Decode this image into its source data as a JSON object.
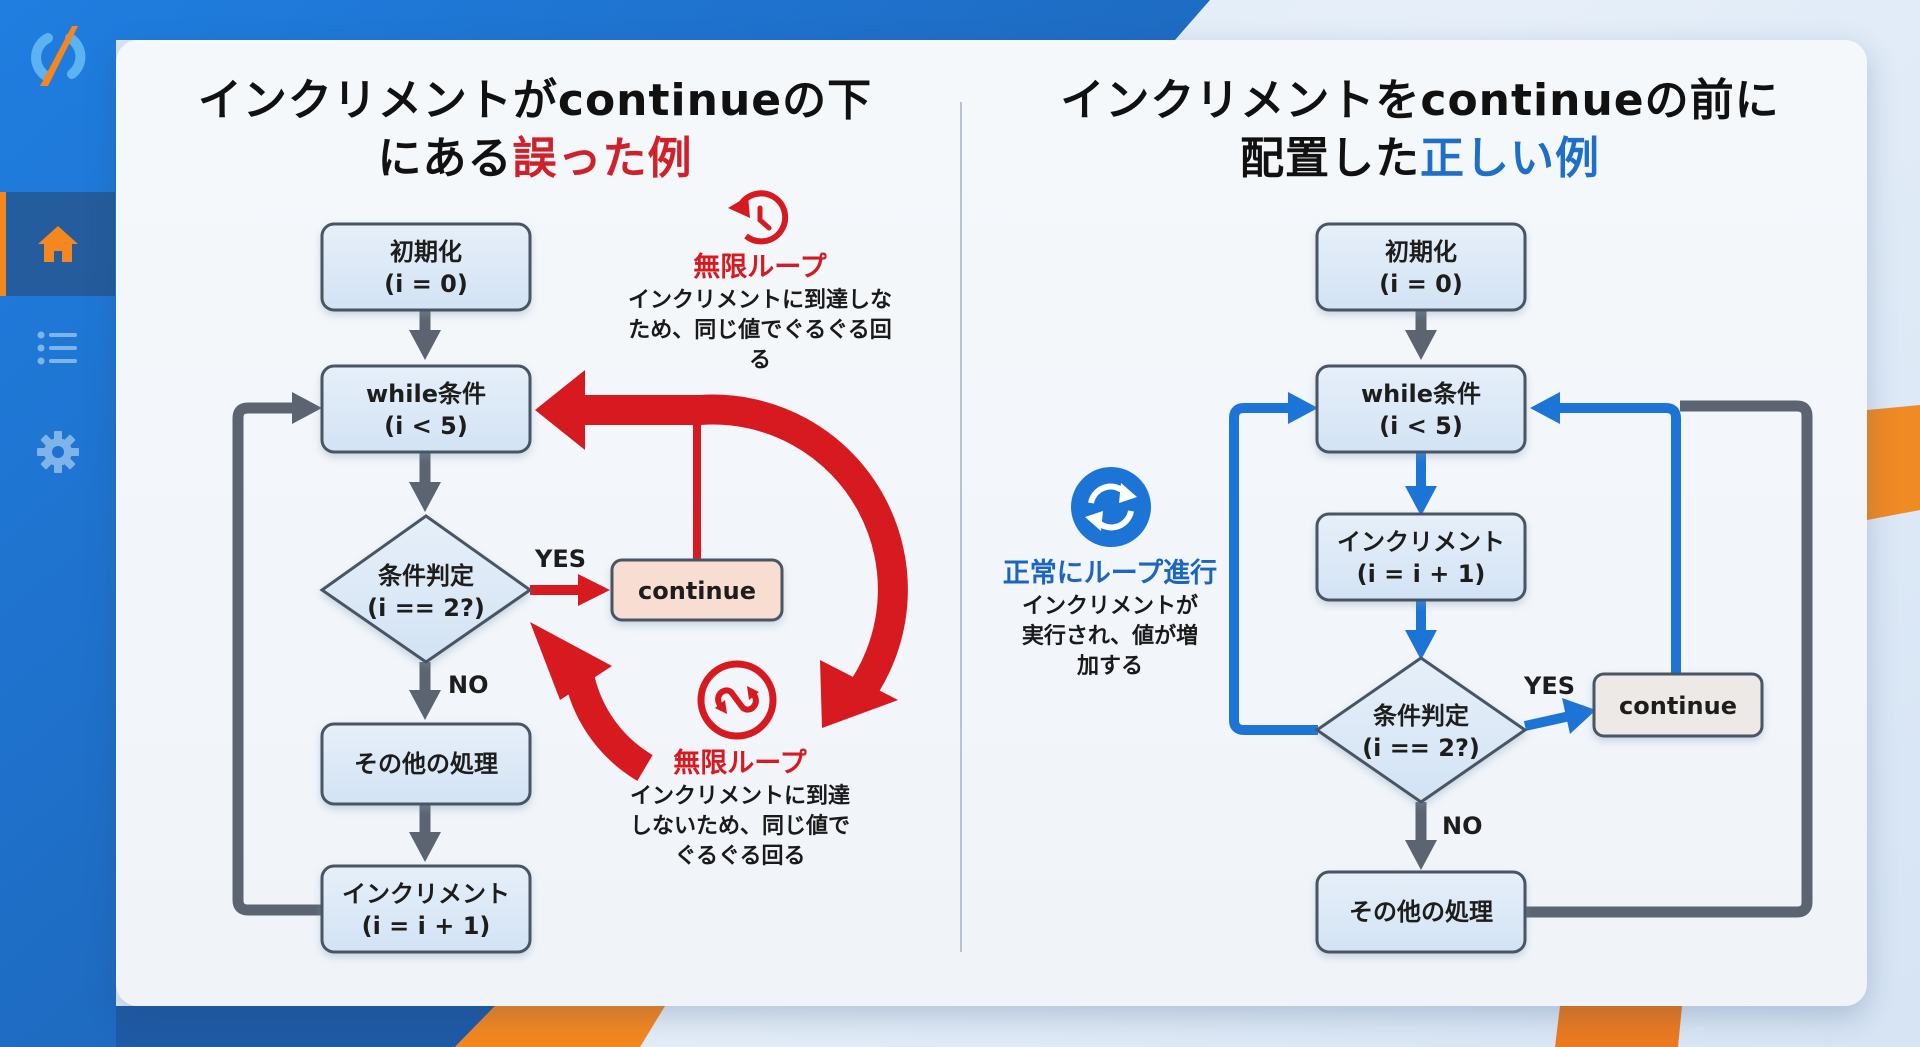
{
  "theme": {
    "sidebar_blue": "#1f74d4",
    "accent_orange": "#f5871f",
    "error_red": "#d71920",
    "ok_blue": "#1c74d6",
    "node_border": "#4a5563",
    "node_fill": "#dbe8f6",
    "continue_fill_wrong": "#f8ddd3",
    "continue_fill_right": "#ece9e6"
  },
  "sidebar": {
    "logo": "brand-logo",
    "items": [
      {
        "name": "home",
        "icon": "home-icon",
        "active": true
      },
      {
        "name": "list",
        "icon": "list-icon",
        "active": false
      },
      {
        "name": "settings",
        "icon": "gear-icon",
        "active": false
      }
    ]
  },
  "left": {
    "title_line1": "インクリメントがcontinueの下",
    "title_line2_prefix": "にある",
    "title_line2_highlight": "誤った例",
    "nodes": {
      "init_label": "初期化",
      "init_expr": "(i = 0)",
      "while_label": "while条件",
      "while_expr": "(i < 5)",
      "cond_label": "条件判定",
      "cond_expr": "(i == 2?)",
      "continue_label": "continue",
      "other_label": "その他の処理",
      "inc_label": "インクリメント",
      "inc_expr": "(i = i + 1)"
    },
    "yes_label": "YES",
    "no_label": "NO",
    "note_top": {
      "icon": "history-icon",
      "heading": "無限ループ",
      "body_lines": [
        "インクリメントに到達しな",
        "ため、同じ値でぐるぐる回",
        "る"
      ]
    },
    "note_bottom": {
      "icon": "infinity-loop-icon",
      "heading": "無限ループ",
      "body_lines": [
        "インクリメントに到達",
        "しないため、同じ値で",
        "ぐるぐる回る"
      ]
    }
  },
  "right": {
    "title_line1": "インクリメントをcontinueの前に",
    "title_line2_prefix": "配置した",
    "title_line2_highlight": "正しい例",
    "nodes": {
      "init_label": "初期化",
      "init_expr": "(i = 0)",
      "while_label": "while条件",
      "while_expr": "(i < 5)",
      "inc_label": "インクリメント",
      "inc_expr": "(i = i + 1)",
      "cond_label": "条件判定",
      "cond_expr": "(i == 2?)",
      "continue_label": "continue",
      "other_label": "その他の処理"
    },
    "yes_label": "YES",
    "no_label": "NO",
    "note": {
      "icon": "refresh-icon",
      "heading": "正常にループ進行",
      "body_lines": [
        "インクリメントが",
        "実行され、値が増",
        "加する"
      ]
    }
  }
}
